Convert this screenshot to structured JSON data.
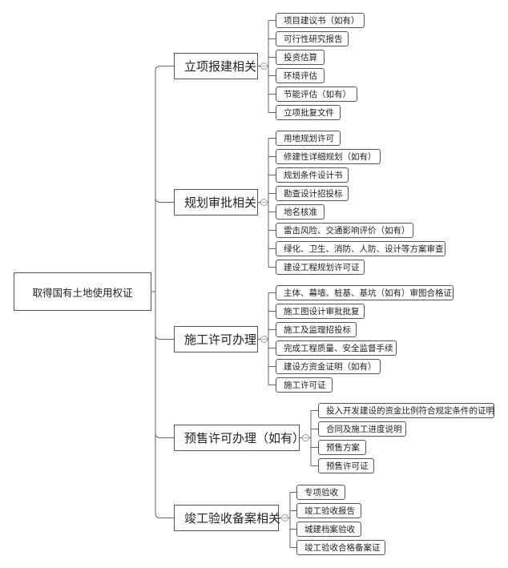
{
  "root": {
    "label": "取得国有土地使用权证"
  },
  "branches": [
    {
      "label": "立项报建相关",
      "children": [
        "项目建议书（如有）",
        "可行性研究报告",
        "投资估算",
        "环境评估",
        "节能评估（如有）",
        "立项批复文件"
      ]
    },
    {
      "label": "规划审批相关",
      "children": [
        "用地规划许可",
        "修建性详细规划（如有）",
        "规划条件设计书",
        "勘查设计招投标",
        "地名核准",
        "雷击风险、交通影响评价（如有）",
        "绿化、卫生、消防、人防、设计等方案审查",
        "建设工程规划许可证"
      ]
    },
    {
      "label": "施工许可办理",
      "children": [
        "主体、幕墙、桩基、基坑（如有）审图合格证",
        "施工图设计审批批复",
        "施工及监理招投标",
        "完成工程质量、安全监督手续",
        "建设方资金证明（如有）",
        "施工许可证"
      ]
    },
    {
      "label": "预售许可办理（如有）",
      "children": [
        "投入开发建设的资金比例符合规定条件的证明",
        "合同及施工进度说明",
        "预售方案",
        "预售许可证"
      ]
    },
    {
      "label": "竣工验收备案相关",
      "children": [
        "专项验收",
        "竣工验收报告",
        "城建档案验收",
        "竣工验收合格备案证"
      ]
    }
  ],
  "collapse_symbol": "−"
}
